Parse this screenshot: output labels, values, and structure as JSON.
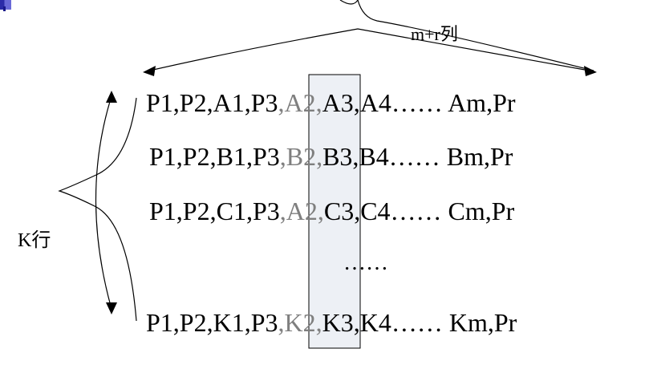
{
  "top_label": "m+r列",
  "side_label": "K行",
  "rows": [
    {
      "prefix": "P1,P2,A1,P3",
      "comma1": ",",
      "highlight": "A2,",
      "suffix": "A3,A4…… Am,Pr"
    },
    {
      "prefix": "P1,P2,B1,P3",
      "comma1": ",",
      "highlight": "B2,",
      "suffix": "B3,B4…… Bm,Pr"
    },
    {
      "prefix": "P1,P2,C1,P3",
      "comma1": ",",
      "highlight": "A2,",
      "suffix": "C3,C4…… Cm,Pr"
    },
    {
      "prefix": "P1,P2,K1,P3",
      "comma1": ",",
      "highlight": "K2,",
      "suffix": "K3,K4…… Km,Pr"
    }
  ],
  "ellipsis": "……",
  "colors": {
    "text": "#000000",
    "highlight_text": "#7f7f7f",
    "column_fill": "#edf0f5",
    "column_stroke": "#000000",
    "corner_mark": "#2c2ca8"
  }
}
